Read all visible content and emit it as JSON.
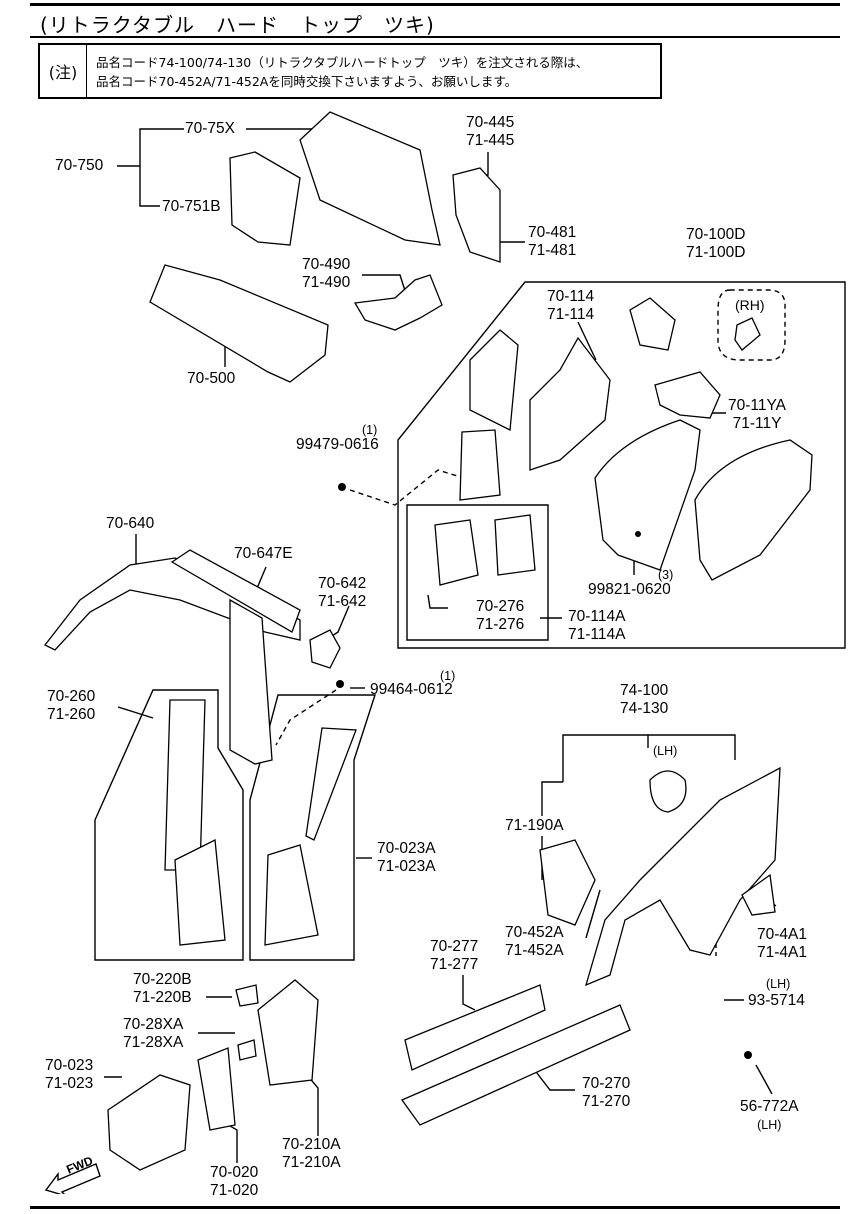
{
  "title": "(リトラクタブル　ハード　トップ　ツキ)",
  "note": {
    "label": "(注)",
    "line1": "品名コード74-100/74-130（リトラクタブルハードトップ　ツキ）を注文される際は、",
    "line2": "品名コード70-452A/71-452Aを同時交換下さいますよう、お願いします。"
  },
  "fwd": "FWD",
  "labels": {
    "p70_750": "70-750",
    "p70_75x": "70-75X",
    "p70_751b": "70-751B",
    "p70_445": "70-445",
    "p71_445": "71-445",
    "p70_481": "70-481",
    "p71_481": "71-481",
    "p70_490": "70-490",
    "p71_490": "71-490",
    "p70_500": "70-500",
    "p70_100d": "70-100D",
    "p71_100d": "71-100D",
    "p70_114": "70-114",
    "p71_114": "71-114",
    "rh": "(RH)",
    "p70_11ya": "70-11YA",
    "p71_11y": "71-11Y",
    "q1a": "(1)",
    "p99479": "99479-0616",
    "q3": "(3)",
    "p99821": "99821-0620",
    "p70_276": "70-276",
    "p71_276": "71-276",
    "p70_114a": "70-114A",
    "p71_114a": "71-114A",
    "p70_640": "70-640",
    "p70_647e": "70-647E",
    "p70_642": "70-642",
    "p71_642": "71-642",
    "q1b": "(1)",
    "p99464": "99464-0612",
    "p70_260": "70-260",
    "p71_260": "71-260",
    "p74_100": "74-100",
    "p74_130": "74-130",
    "lh1": "(LH)",
    "p71_190a": "71-190A",
    "p70_023a": "70-023A",
    "p71_023a": "71-023A",
    "p70_452a": "70-452A",
    "p71_452a": "71-452A",
    "p70_4a1": "70-4A1",
    "p71_4a1": "71-4A1",
    "lh2": "(LH)",
    "p93_5714": "93-5714",
    "p70_277": "70-277",
    "p71_277": "71-277",
    "p70_220b": "70-220B",
    "p71_220b": "71-220B",
    "p70_28xa": "70-28XA",
    "p71_28xa": "71-28XA",
    "p70_270": "70-270",
    "p71_270": "71-270",
    "p70_023": "70-023",
    "p71_023": "71-023",
    "p70_210a": "70-210A",
    "p71_210a": "71-210A",
    "p56_772a": "56-772A",
    "lh3": "(LH)",
    "p70_020": "70-020",
    "p71_020": "71-020"
  }
}
